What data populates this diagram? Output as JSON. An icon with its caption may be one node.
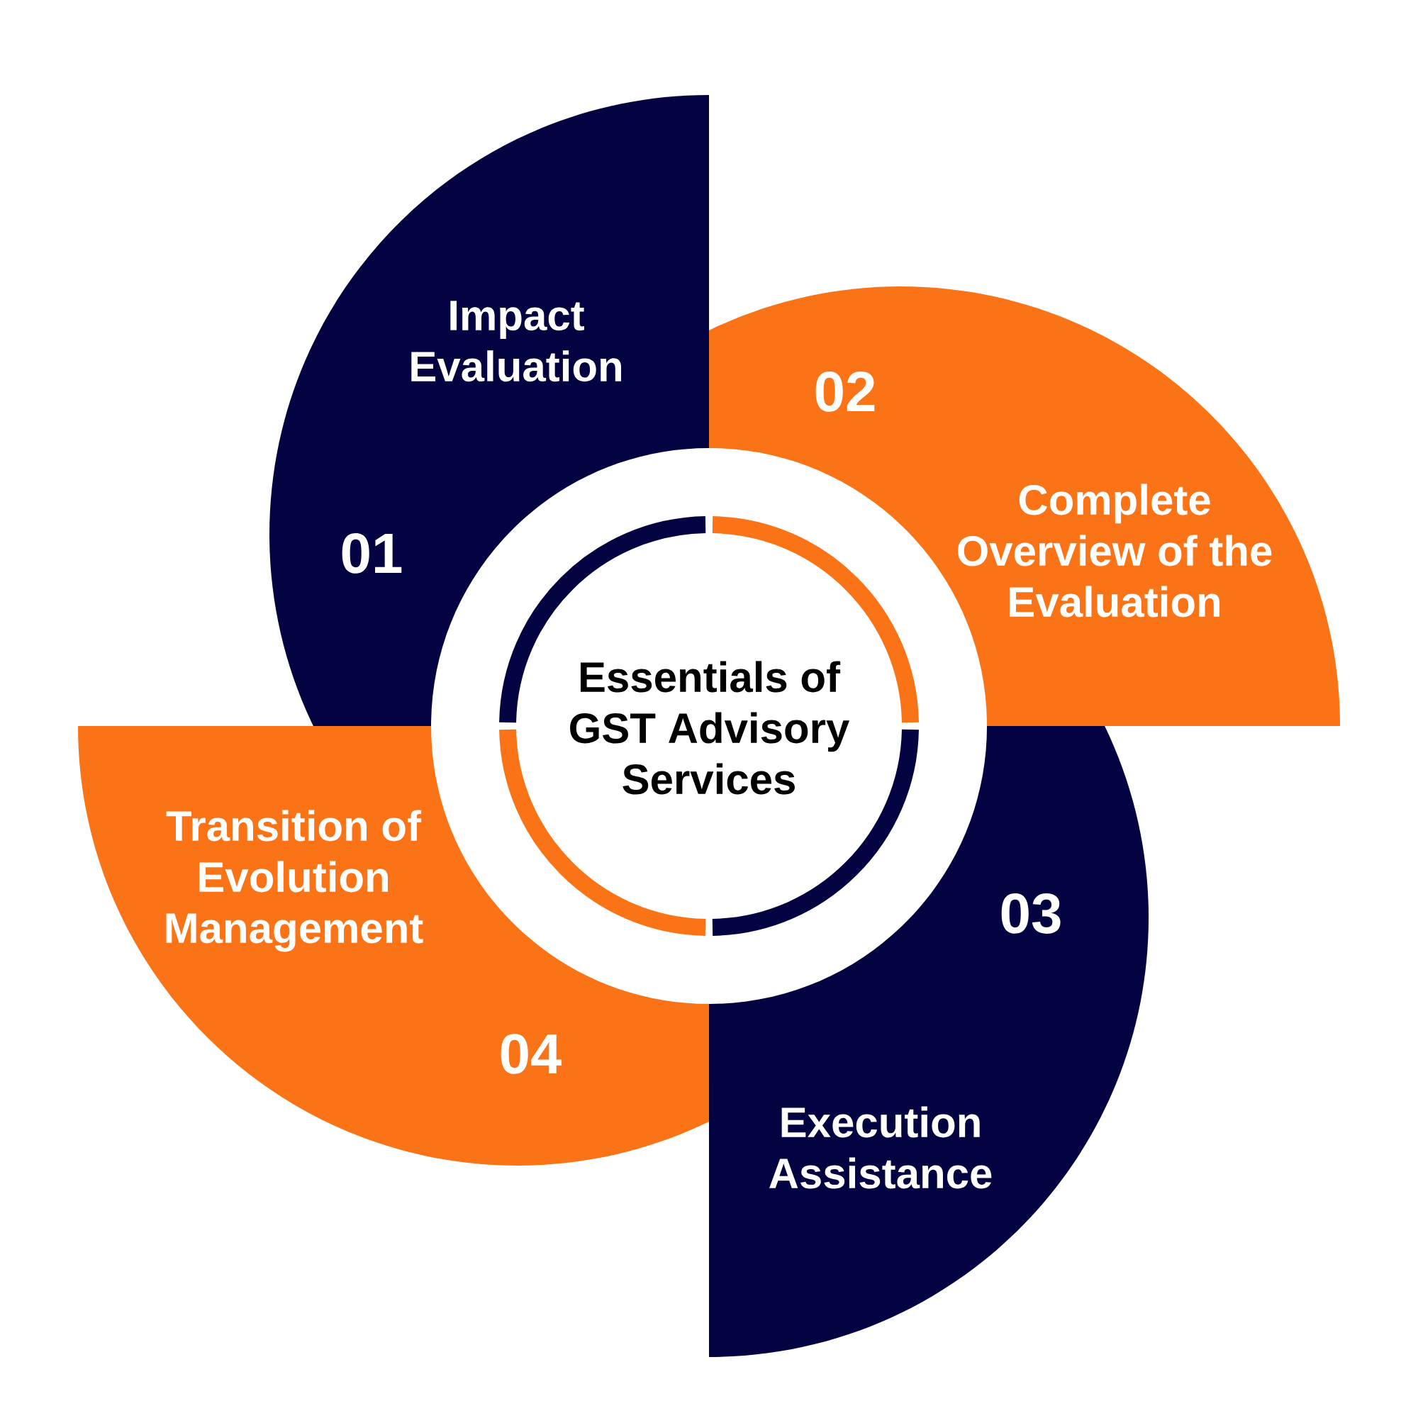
{
  "diagram": {
    "nodes": [
      {
        "text": [
          "Impact Evaluation",
          "01"
        ]
      },
      {
        "text": [
          "02",
          "Complete Overview of the Evaluation"
        ]
      },
      {
        "text": [
          "03",
          "Execution Assistance"
        ]
      },
      {
        "text": [
          "Transition of Evolution Management",
          "04"
        ]
      },
      {
        "text": [
          "Essentials of GST Advisory Services"
        ]
      }
    ]
  }
}
